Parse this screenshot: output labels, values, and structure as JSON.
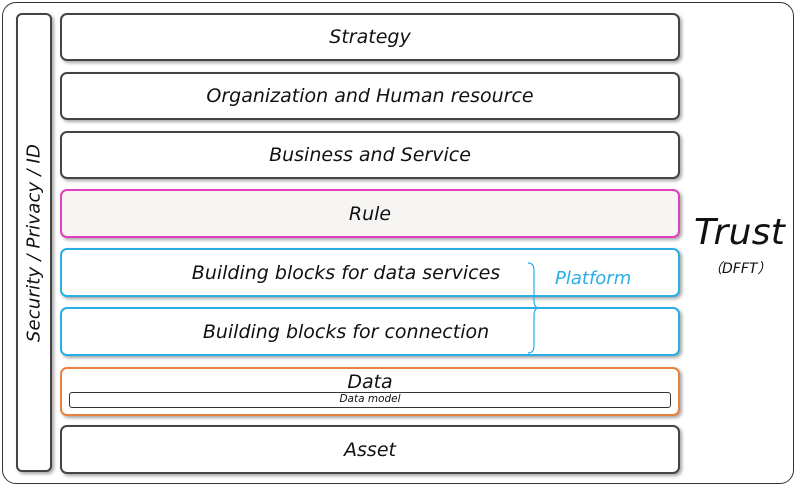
{
  "side_label": "Security / Privacy / ID",
  "layers": {
    "strategy": "Strategy",
    "organization": "Organization and Human resource",
    "business": "Business and Service",
    "rule": "Rule",
    "data_services": "Building blocks for data services",
    "connection": "Building blocks for connection",
    "data": "Data",
    "data_model": "Data model",
    "asset": "Asset"
  },
  "platform_label": "Platform",
  "trust": {
    "title": "Trust",
    "subtitle": "（DFFT）"
  },
  "colors": {
    "rule_border": "#e23fc0",
    "platform_border": "#29aee6",
    "data_border": "#e8833e",
    "default_border": "#444444"
  }
}
